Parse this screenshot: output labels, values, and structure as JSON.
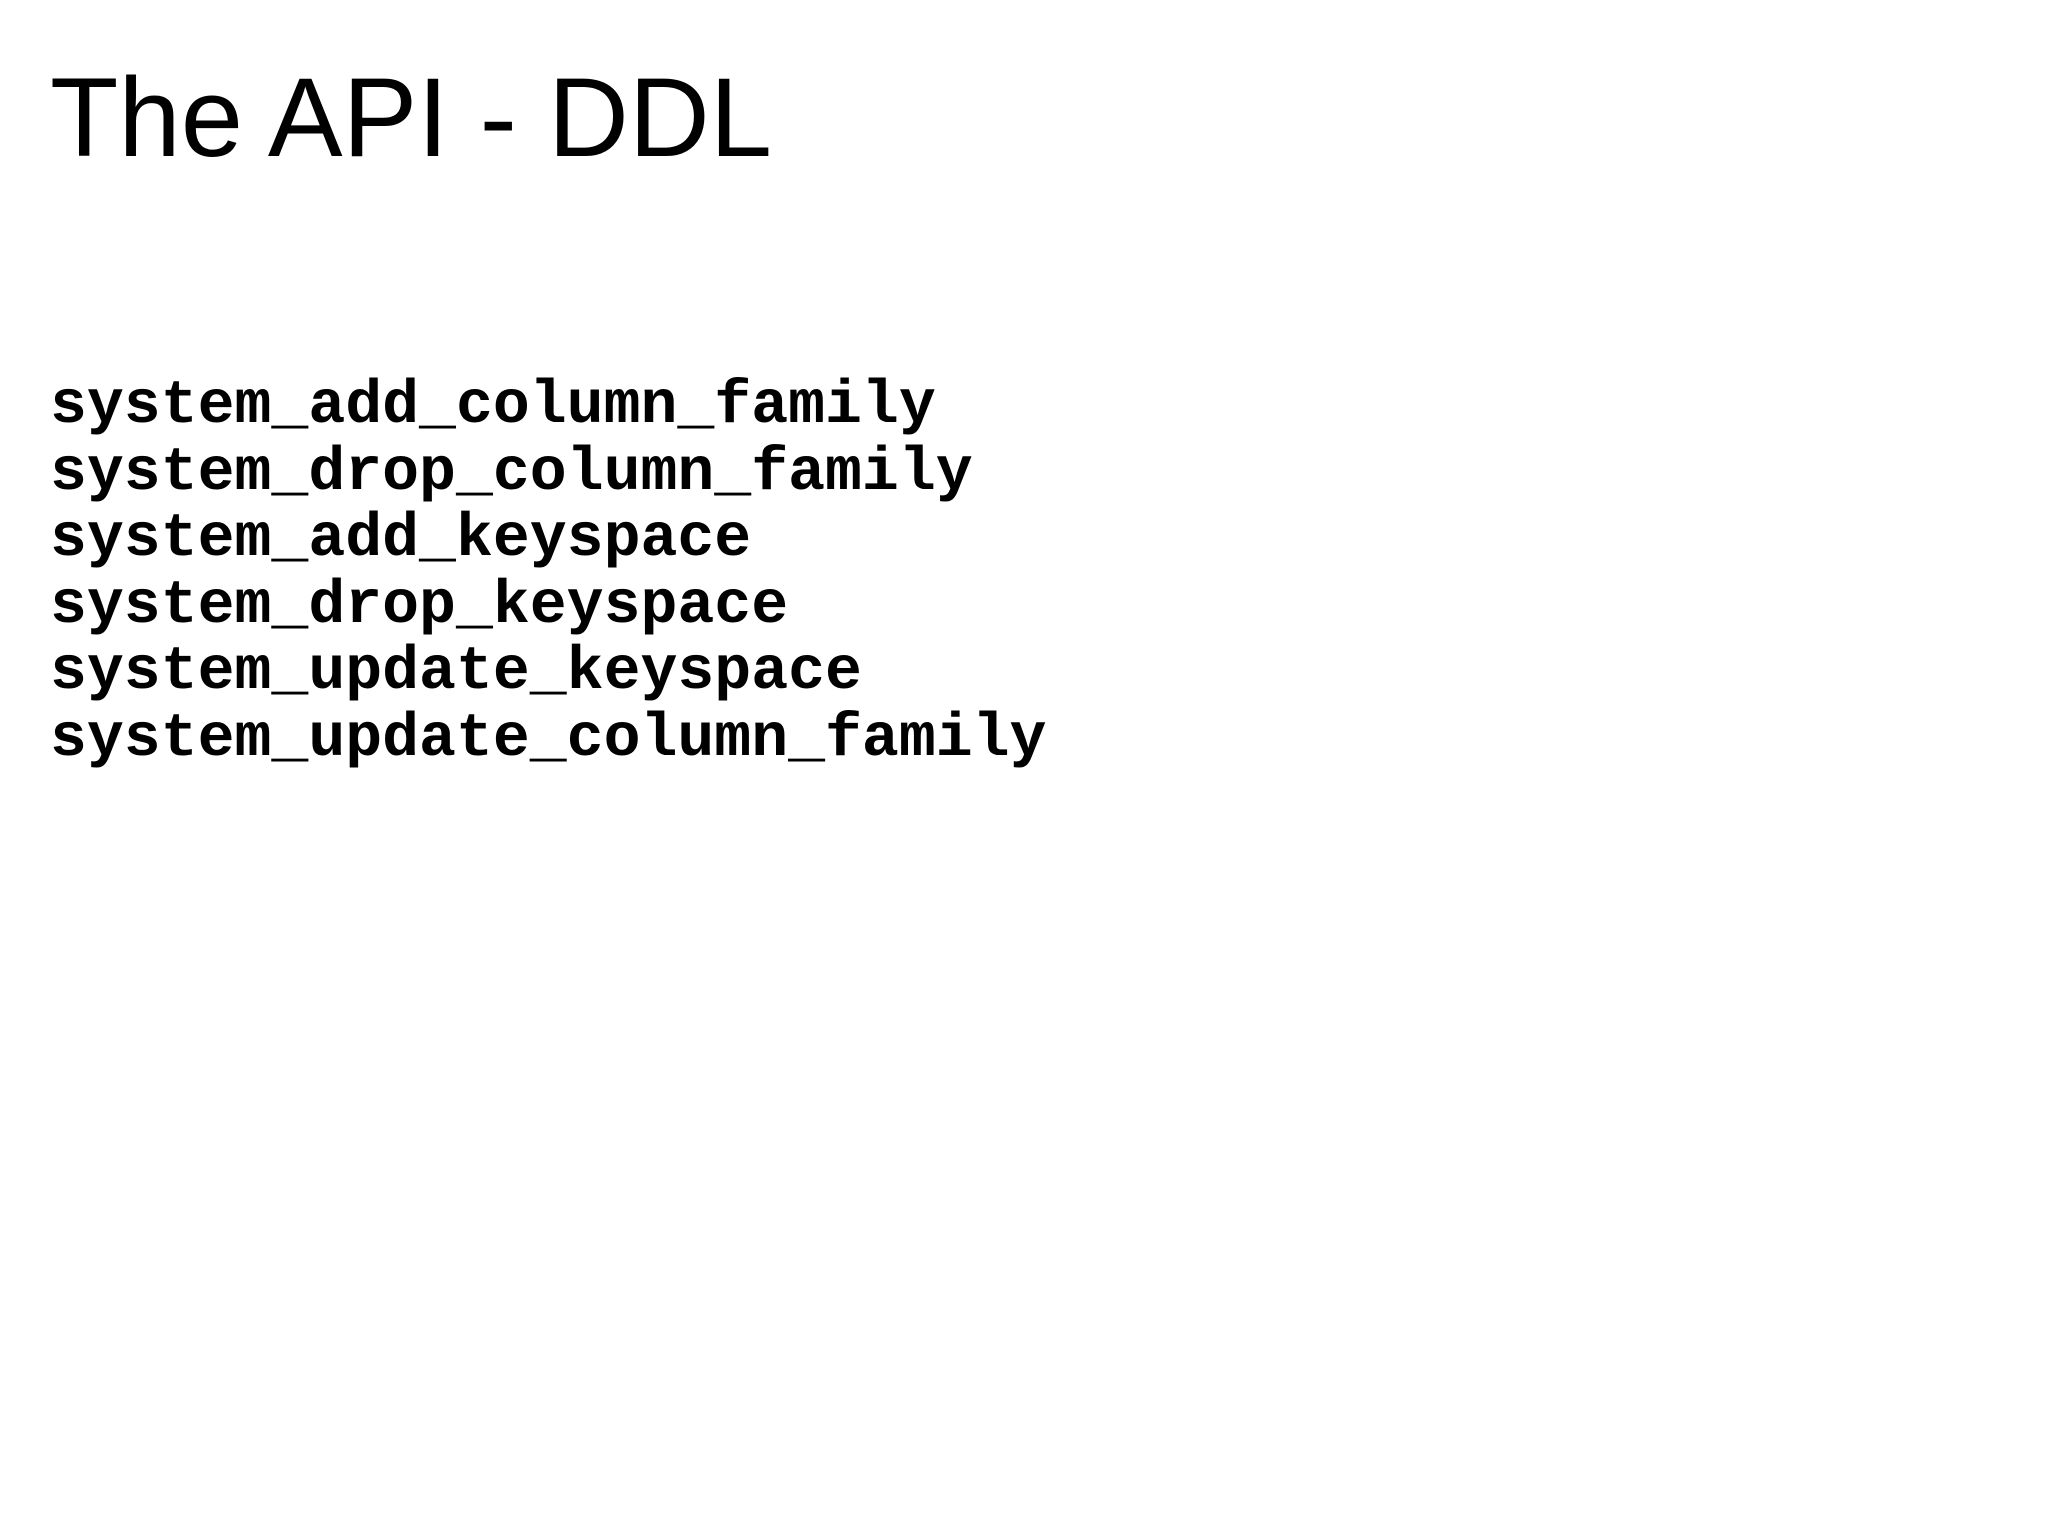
{
  "slide": {
    "title": "The API - DDL",
    "methods": [
      "system_add_column_family",
      "system_drop_column_family",
      "system_add_keyspace",
      "system_drop_keyspace",
      "system_update_keyspace",
      "system_update_column_family"
    ]
  },
  "colors": {
    "background": "#ffffff",
    "text": "#000000"
  }
}
